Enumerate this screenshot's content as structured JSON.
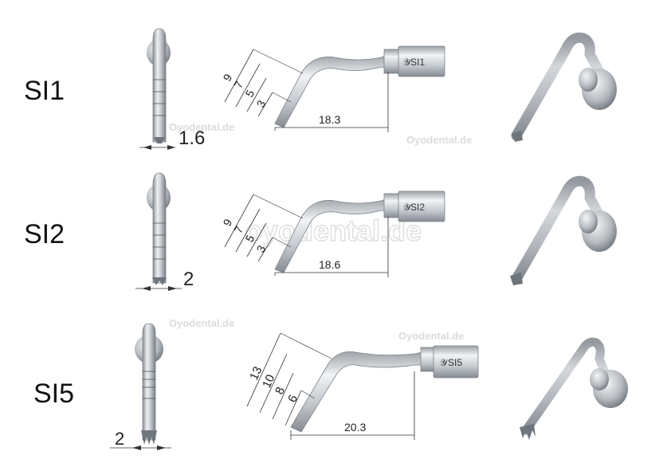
{
  "rows": [
    {
      "label": "SI1",
      "tip_width": "1.6",
      "length": "18.3",
      "depth_marks": [
        "9",
        "7",
        "5",
        "3"
      ],
      "tag": "SI1"
    },
    {
      "label": "SI2",
      "tip_width": "2",
      "length": "18.6",
      "depth_marks": [
        "9",
        "7",
        "5",
        "3"
      ],
      "tag": "SI2"
    },
    {
      "label": "SI5",
      "tip_width": "2",
      "length": "20.3",
      "depth_marks": [
        "13",
        "10",
        "8",
        "6"
      ],
      "tag": "SI5"
    }
  ],
  "watermark": "Oyodental.de",
  "watermark_large": "oyodental.de",
  "colors": {
    "metal_light": "#e9ecef",
    "metal_mid": "#b9bec4",
    "metal_dark": "#7e858c",
    "line": "#333333"
  }
}
